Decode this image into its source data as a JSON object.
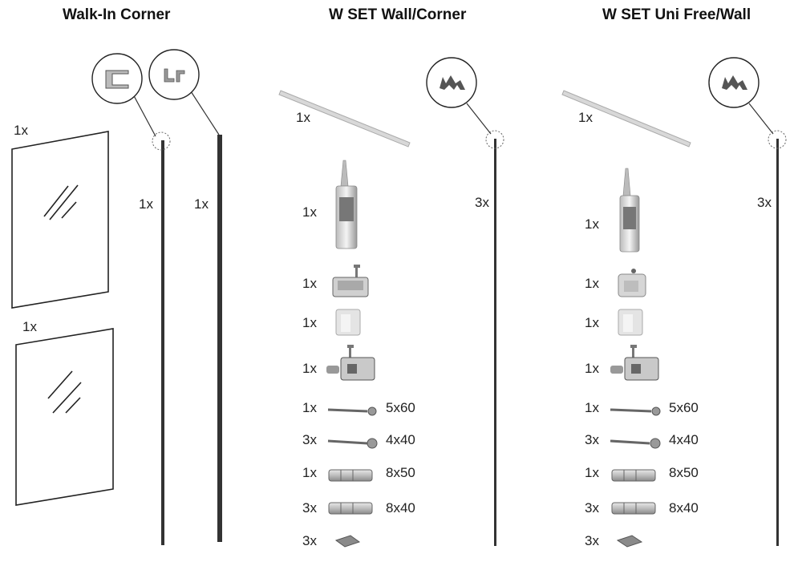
{
  "columns": [
    {
      "title": "Walk-In Corner",
      "parts": [
        {
          "qty": "1x",
          "icon": "glass-panel-icon"
        },
        {
          "qty": "1x",
          "icon": "glass-panel-icon"
        },
        {
          "qty": "1x",
          "icon": "wall-profile-icon"
        },
        {
          "qty": "1x",
          "icon": "corner-profile-icon"
        }
      ]
    },
    {
      "title": "W SET Wall/Corner",
      "parts": [
        {
          "qty": "1x",
          "icon": "stabilizer-bar-icon"
        },
        {
          "qty": "3x",
          "icon": "wall-profile-icon"
        },
        {
          "qty": "1x",
          "icon": "silicone-tube-icon"
        },
        {
          "qty": "1x",
          "icon": "mount-clamp-icon"
        },
        {
          "qty": "1x",
          "icon": "cover-cap-icon"
        },
        {
          "qty": "1x",
          "icon": "wall-clamp-icon"
        },
        {
          "qty": "1x",
          "size": "5x60",
          "icon": "screw-icon"
        },
        {
          "qty": "3x",
          "size": "4x40",
          "icon": "screw-icon"
        },
        {
          "qty": "1x",
          "size": "8x50",
          "icon": "dowel-icon"
        },
        {
          "qty": "3x",
          "size": "8x40",
          "icon": "dowel-icon"
        },
        {
          "qty": "3x",
          "icon": "spacer-pad-icon"
        }
      ]
    },
    {
      "title": "W SET Uni Free/Wall",
      "parts": [
        {
          "qty": "1x",
          "icon": "stabilizer-bar-icon"
        },
        {
          "qty": "3x",
          "icon": "wall-profile-icon"
        },
        {
          "qty": "1x",
          "icon": "silicone-tube-icon"
        },
        {
          "qty": "1x",
          "icon": "mount-clamp-icon"
        },
        {
          "qty": "1x",
          "icon": "cover-cap-icon"
        },
        {
          "qty": "1x",
          "icon": "wall-clamp-icon"
        },
        {
          "qty": "1x",
          "size": "5x60",
          "icon": "screw-icon"
        },
        {
          "qty": "3x",
          "size": "4x40",
          "icon": "screw-icon"
        },
        {
          "qty": "1x",
          "size": "8x50",
          "icon": "dowel-icon"
        },
        {
          "qty": "3x",
          "size": "8x40",
          "icon": "dowel-icon"
        },
        {
          "qty": "3x",
          "icon": "spacer-pad-icon"
        }
      ]
    }
  ]
}
